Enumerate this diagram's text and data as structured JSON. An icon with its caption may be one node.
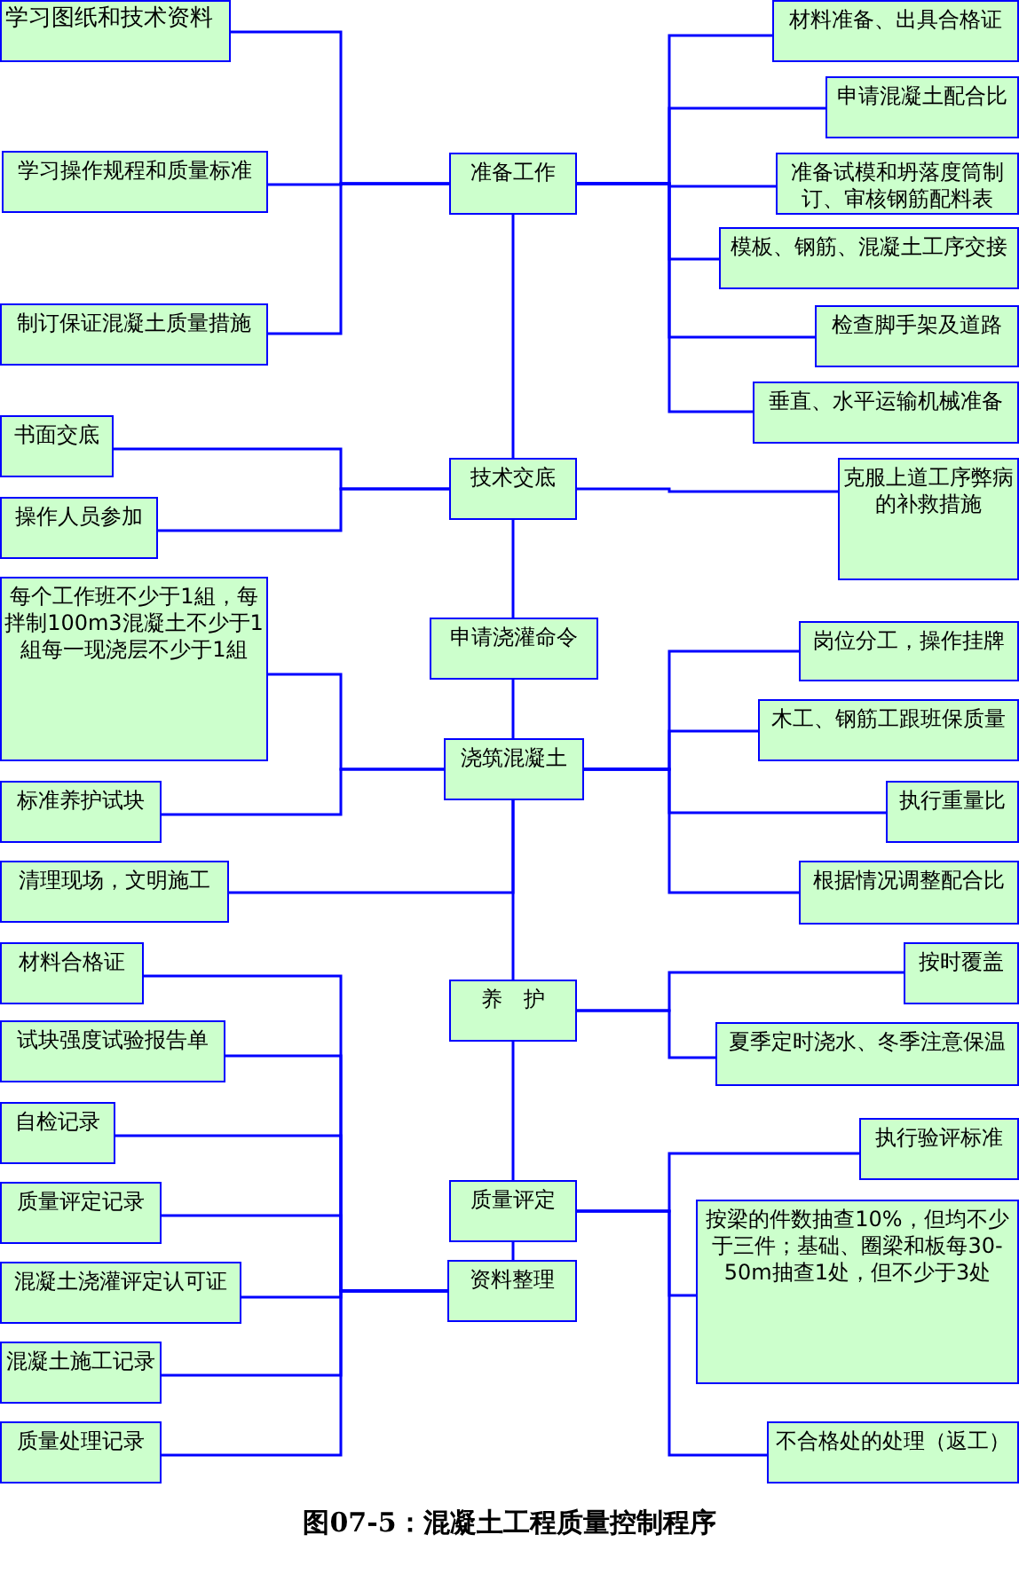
{
  "diagram": {
    "caption": "图07-5：混凝土工程质量控制程序",
    "nodes": [
      {
        "text": [
          "学习图纸和技术资料"
        ]
      },
      {
        "text": [
          "材料准备、出具合格证"
        ]
      },
      {
        "text": [
          "申请混凝土配合比"
        ]
      },
      {
        "text": [
          "学习操作规程和质量标准"
        ]
      },
      {
        "text": [
          "准备工作"
        ]
      },
      {
        "text": [
          "准备试模和坍落度筒制订、审核钢筋配料表"
        ]
      },
      {
        "text": [
          "模板、钢筋、混凝土工序交接"
        ]
      },
      {
        "text": [
          "制订保证混凝土质量措施"
        ]
      },
      {
        "text": [
          "检查脚手架及道路"
        ]
      },
      {
        "text": [
          "垂直、水平运输机械准备"
        ]
      },
      {
        "text": [
          "书面交底"
        ]
      },
      {
        "text": [
          "技术交底"
        ]
      },
      {
        "text": [
          "克服上道工序弊病的补救措施"
        ]
      },
      {
        "text": [
          "操作人员参加"
        ]
      },
      {
        "text": [
          "每个工作班不少于1組，每拌制100m3混凝土不少于1組每一现浇层不少于1組"
        ]
      },
      {
        "text": [
          "申请浇灌命令"
        ]
      },
      {
        "text": [
          "岗位分工，操作挂牌"
        ]
      },
      {
        "text": [
          "木工、钢筋工跟班保质量"
        ]
      },
      {
        "text": [
          "浇筑混凝土"
        ]
      },
      {
        "text": [
          "标准养护试块"
        ]
      },
      {
        "text": [
          "执行重量比"
        ]
      },
      {
        "text": [
          "清理现场，文明施工"
        ]
      },
      {
        "text": [
          "根据情况调整配合比"
        ]
      },
      {
        "text": [
          "材料合格证"
        ]
      },
      {
        "text": [
          "按时覆盖"
        ]
      },
      {
        "text": [
          "养　护"
        ]
      },
      {
        "text": [
          "试块强度试验报告单"
        ]
      },
      {
        "text": [
          "夏季定时浇水、冬季注意保温"
        ]
      },
      {
        "text": [
          "自检记录"
        ]
      },
      {
        "text": [
          "执行验评标准"
        ]
      },
      {
        "text": [
          "质量评定"
        ]
      },
      {
        "text": [
          "质量评定记录"
        ]
      },
      {
        "text": [
          "按梁的件数抽查10%，但均不少于三件；基础、圈梁和板每30-50m抽查1处，但不少于3处"
        ]
      },
      {
        "text": [
          "资料整理"
        ]
      },
      {
        "text": [
          "混凝土浇灌评定认可证"
        ]
      },
      {
        "text": [
          "混凝土施工记录"
        ]
      },
      {
        "text": [
          "质量处理记录"
        ]
      },
      {
        "text": [
          "不合格处的处理（返工）"
        ]
      }
    ],
    "edges": [
      {
        "from": 4,
        "to": 0,
        "arrow": "none"
      },
      {
        "from": 4,
        "to": 3,
        "arrow": "none"
      },
      {
        "from": 4,
        "to": 7,
        "arrow": "none"
      },
      {
        "from": 4,
        "to": 1,
        "arrow": "none"
      },
      {
        "from": 4,
        "to": 2,
        "arrow": "none"
      },
      {
        "from": 4,
        "to": 5,
        "arrow": "none"
      },
      {
        "from": 4,
        "to": 6,
        "arrow": "none"
      },
      {
        "from": 4,
        "to": 8,
        "arrow": "none"
      },
      {
        "from": 4,
        "to": 9,
        "arrow": "none"
      },
      {
        "from": 4,
        "to": 11,
        "arrow": "none"
      },
      {
        "from": 11,
        "to": 10,
        "arrow": "none"
      },
      {
        "from": 11,
        "to": 13,
        "arrow": "none"
      },
      {
        "from": 11,
        "to": 12,
        "arrow": "none"
      },
      {
        "from": 11,
        "to": 15,
        "arrow": "none"
      },
      {
        "from": 15,
        "to": 18,
        "arrow": "none"
      },
      {
        "from": 18,
        "to": 14,
        "arrow": "none"
      },
      {
        "from": 18,
        "to": 19,
        "arrow": "none"
      },
      {
        "from": 18,
        "to": 16,
        "arrow": "none"
      },
      {
        "from": 18,
        "to": 17,
        "arrow": "none"
      },
      {
        "from": 18,
        "to": 20,
        "arrow": "none"
      },
      {
        "from": 18,
        "to": 22,
        "arrow": "none"
      },
      {
        "from": 18,
        "to": 21,
        "arrow": "none"
      },
      {
        "from": 18,
        "to": 25,
        "arrow": "none"
      },
      {
        "from": 25,
        "to": 24,
        "arrow": "none"
      },
      {
        "from": 25,
        "to": 27,
        "arrow": "none"
      },
      {
        "from": 25,
        "to": 30,
        "arrow": "none"
      },
      {
        "from": 30,
        "to": 29,
        "arrow": "none"
      },
      {
        "from": 30,
        "to": 32,
        "arrow": "none"
      },
      {
        "from": 30,
        "to": 37,
        "arrow": "none"
      },
      {
        "from": 30,
        "to": 33,
        "arrow": "none"
      },
      {
        "from": 33,
        "to": 23,
        "arrow": "none"
      },
      {
        "from": 33,
        "to": 26,
        "arrow": "none"
      },
      {
        "from": 33,
        "to": 28,
        "arrow": "none"
      },
      {
        "from": 33,
        "to": 31,
        "arrow": "none"
      },
      {
        "from": 33,
        "to": 34,
        "arrow": "none"
      },
      {
        "from": 33,
        "to": 35,
        "arrow": "none"
      },
      {
        "from": 33,
        "to": 36,
        "arrow": "none"
      }
    ]
  }
}
